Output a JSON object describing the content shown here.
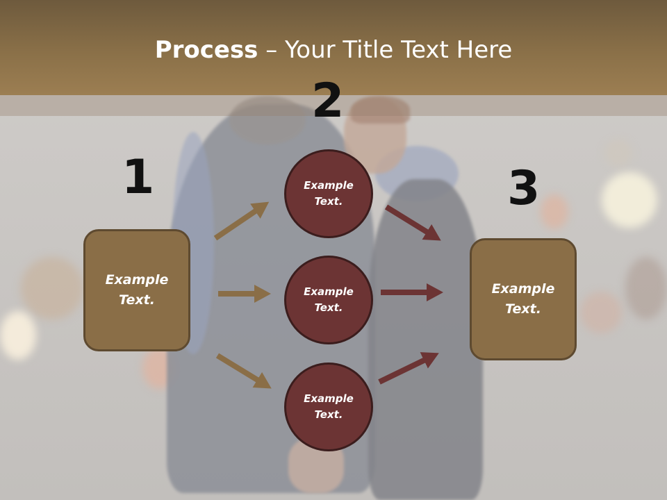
{
  "slide": {
    "title_bold": "Process",
    "title_rest": " – Your Title Text Here"
  },
  "steps": [
    {
      "number": "1",
      "label": "Example\nText."
    },
    {
      "number": "2",
      "items": [
        {
          "label": "Example\nText."
        },
        {
          "label": "Example\nText."
        },
        {
          "label": "Example\nText."
        }
      ]
    },
    {
      "number": "3",
      "label": "Example\nText."
    }
  ],
  "colors": {
    "header": "#8a7048",
    "box_fill": "#8a6e47",
    "circle_fill": "#6c3434",
    "arrow_left": "#8a6e47",
    "arrow_right": "#6c3434"
  }
}
